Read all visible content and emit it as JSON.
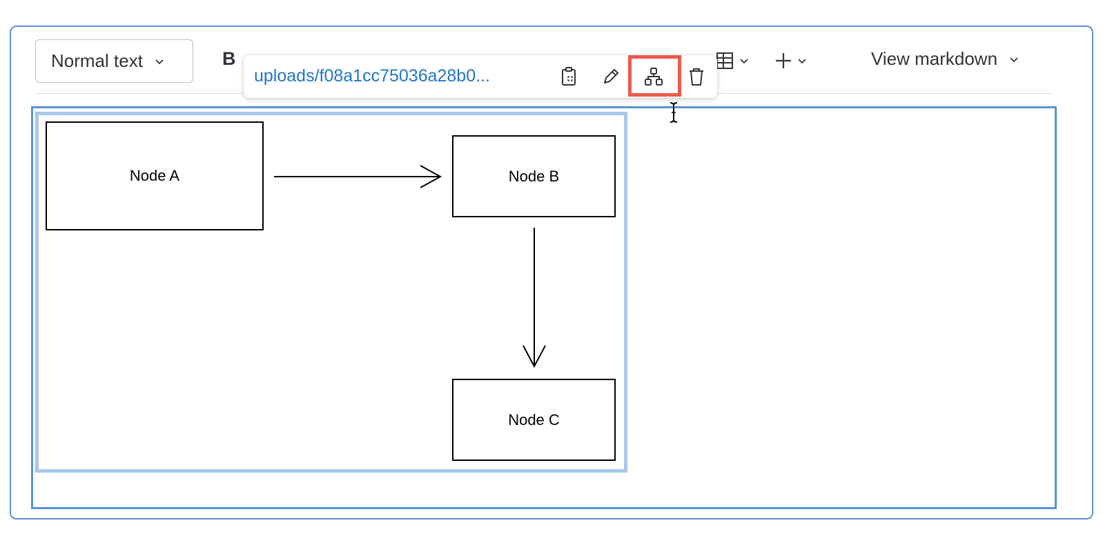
{
  "toolbar": {
    "text_style_label": "Normal text",
    "bold_label": "B",
    "view_markdown_label": "View markdown",
    "icons": [
      "chevron-down-icon",
      "table-icon",
      "plus-icon"
    ]
  },
  "popover": {
    "link_text": "uploads/f08a1cc75036a28b0...",
    "icons": [
      "copy-icon",
      "pencil-icon",
      "diagram-icon",
      "trash-icon"
    ],
    "highlighted": "diagram-icon"
  },
  "diagram": {
    "nodes": [
      {
        "id": "A",
        "label": "Node A"
      },
      {
        "id": "B",
        "label": "Node B"
      },
      {
        "id": "C",
        "label": "Node C"
      }
    ],
    "edges": [
      {
        "from": "A",
        "to": "B"
      },
      {
        "from": "B",
        "to": "C"
      }
    ]
  },
  "colors": {
    "frame_border": "#5a92d1",
    "image_selected_border": "#a8c8ea",
    "link": "#1f75cb",
    "highlight": "#f0584a",
    "text": "#333238"
  }
}
